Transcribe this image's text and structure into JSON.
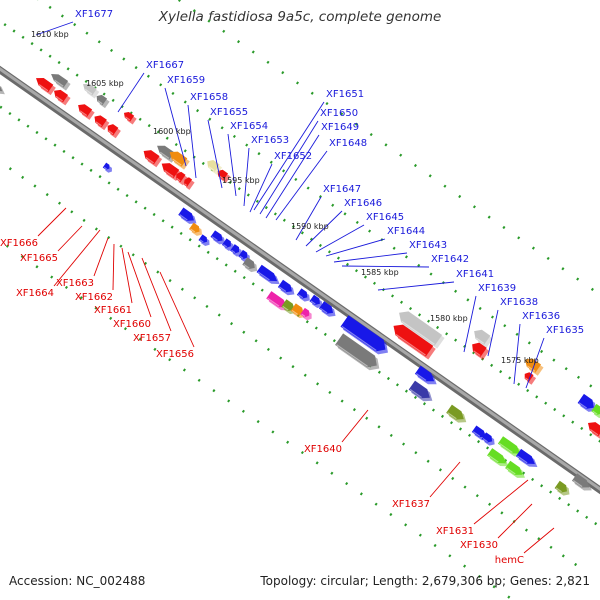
{
  "title": "Xylella fastidiosa 9a5c, complete genome",
  "footer": {
    "accession": "Accession: NC_002488",
    "summary": "Topology: circular; Length: 2,679,306 bp; Genes: 2,821"
  },
  "colors": {
    "forward_label": "#1a1adb",
    "reverse_label": "#e00000",
    "backbone": "#8a8a8a",
    "tick": "#2a9a2a",
    "gene_blue": "#1818e8",
    "gene_red": "#ee1111",
    "gene_gray": "#7a7a7a",
    "gene_lightgray": "#c4c4c4",
    "gene_orange": "#f08c10",
    "gene_olive": "#7a9a22",
    "gene_magenta": "#ee22aa",
    "gene_navy": "#3a3aa8",
    "gene_lightgreen": "#66dd22",
    "gene_khaki": "#e8e0a0"
  },
  "scale_labels": [
    "1610 kbp",
    "1605 kbp",
    "1600 kbp",
    "1595 kbp",
    "1590 kbp",
    "1585 kbp",
    "1580 kbp",
    "1575 kbp"
  ],
  "forward_labels": [
    "XF1677",
    "XF1667",
    "XF1659",
    "XF1658",
    "XF1655",
    "XF1654",
    "XF1653",
    "XF1652",
    "XF1651",
    "XF1650",
    "XF1649",
    "XF1648",
    "XF1647",
    "XF1646",
    "XF1645",
    "XF1644",
    "XF1643",
    "XF1642",
    "XF1641",
    "XF1639",
    "XF1638",
    "XF1636",
    "XF1635"
  ],
  "reverse_labels": [
    "XF1666",
    "XF1665",
    "XF1664",
    "XF1663",
    "XF1662",
    "XF1661",
    "XF1660",
    "XF1657",
    "XF1656",
    "XF1640",
    "XF1637",
    "XF1631",
    "XF1630",
    "hemC"
  ]
}
